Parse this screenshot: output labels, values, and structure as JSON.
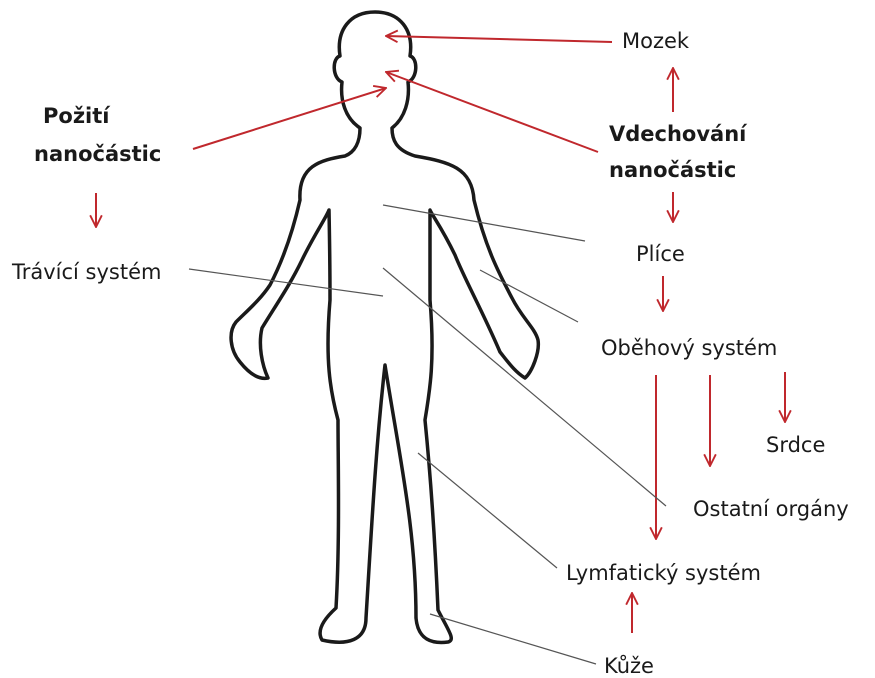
{
  "labels": {
    "ingestion_line1": "Požití",
    "ingestion_line2": "nanočástic",
    "inhalation_line1": "Vdechování",
    "inhalation_line2": "nanočástic",
    "brain": "Mozek",
    "lungs": "Plíce",
    "digestive": "Trávící systém",
    "circulatory": "Oběhový systém",
    "heart": "Srdce",
    "other_organs": "Ostatní orgány",
    "lymphatic": "Lymfatický systém",
    "skin": "Kůže"
  },
  "colors": {
    "arrow": "#c0282d",
    "leader_line": "#555555",
    "body_outline": "#1a1a1a",
    "text": "#1a1a1a"
  }
}
